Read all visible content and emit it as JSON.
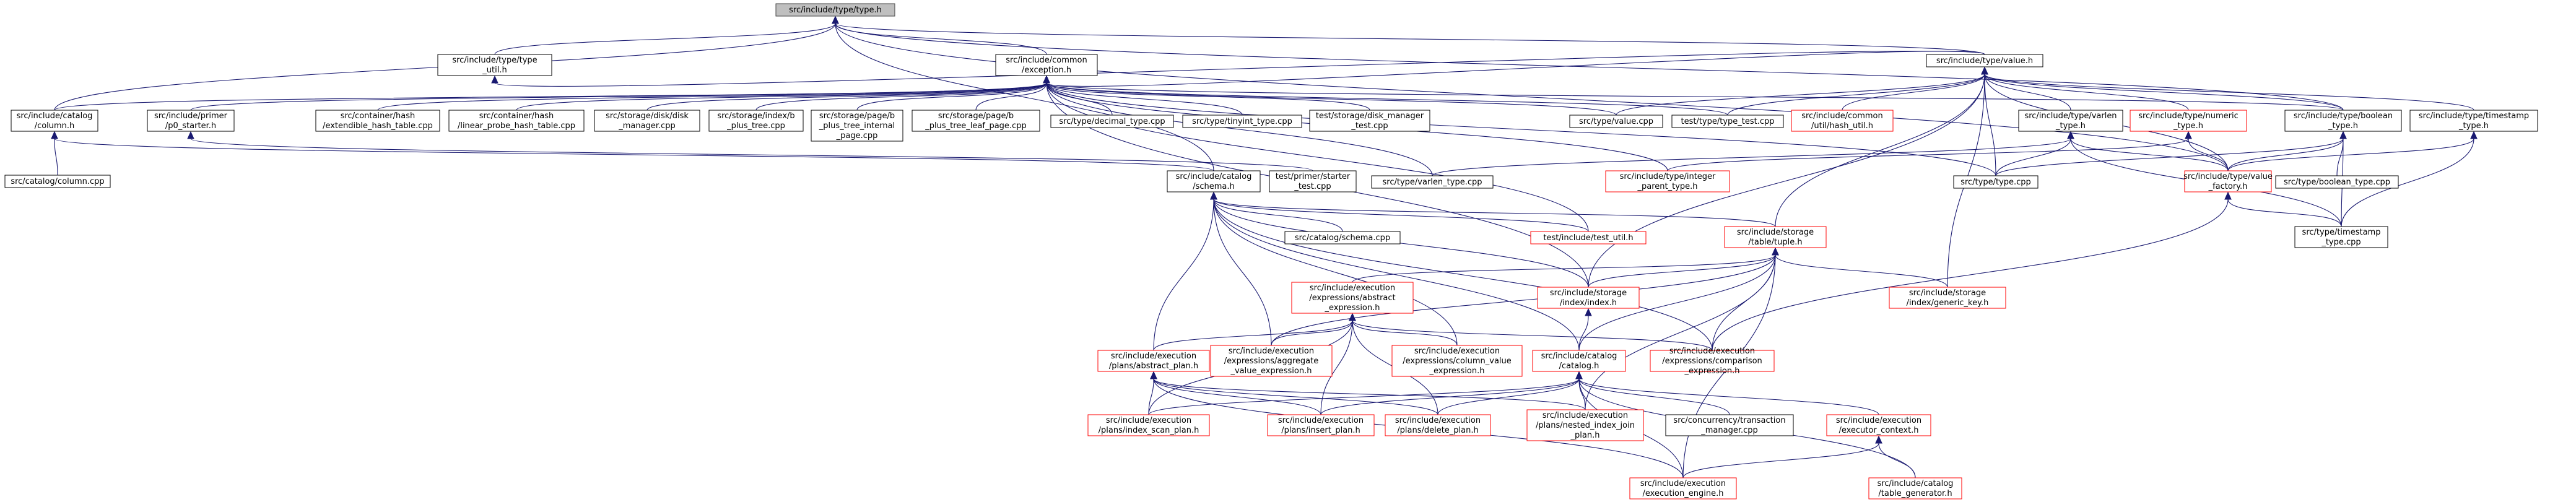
{
  "graph": {
    "nodes": [
      {
        "id": "type_h",
        "lines": [
          "src/include/type/type.h"
        ],
        "kind": "root"
      },
      {
        "id": "col_h",
        "lines": [
          "src/include/catalog",
          "/column.h"
        ],
        "kind": "normal"
      },
      {
        "id": "type_util_h",
        "lines": [
          "src/include/type/type",
          "_util.h"
        ],
        "kind": "normal"
      },
      {
        "id": "exception_h",
        "lines": [
          "src/include/common",
          "/exception.h"
        ],
        "kind": "normal"
      },
      {
        "id": "value_h",
        "lines": [
          "src/include/type/value.h"
        ],
        "kind": "normal"
      },
      {
        "id": "col_cpp",
        "lines": [
          "src/catalog/column.cpp"
        ],
        "kind": "normal"
      },
      {
        "id": "p0_starter",
        "lines": [
          "src/include/primer",
          "/p0_starter.h"
        ],
        "kind": "normal"
      },
      {
        "id": "ext_hash",
        "lines": [
          "src/container/hash",
          "/extendible_hash_table.cpp"
        ],
        "kind": "normal"
      },
      {
        "id": "lin_hash",
        "lines": [
          "src/container/hash",
          "/linear_probe_hash_table.cpp"
        ],
        "kind": "normal"
      },
      {
        "id": "disk_mgr",
        "lines": [
          "src/storage/disk/disk",
          "_manager.cpp"
        ],
        "kind": "normal"
      },
      {
        "id": "bplus",
        "lines": [
          "src/storage/index/b",
          "_plus_tree.cpp"
        ],
        "kind": "normal"
      },
      {
        "id": "bplus_int",
        "lines": [
          "src/storage/page/b",
          "_plus_tree_internal",
          "_page.cpp"
        ],
        "kind": "normal"
      },
      {
        "id": "bplus_leaf",
        "lines": [
          "src/storage/page/b",
          "_plus_tree_leaf_page.cpp"
        ],
        "kind": "normal"
      },
      {
        "id": "decimal",
        "lines": [
          "src/type/decimal_type.cpp"
        ],
        "kind": "normal"
      },
      {
        "id": "tinyint",
        "lines": [
          "src/type/tinyint_type.cpp"
        ],
        "kind": "normal"
      },
      {
        "id": "disk_test",
        "lines": [
          "test/storage/disk_manager",
          "_test.cpp"
        ],
        "kind": "normal"
      },
      {
        "id": "value_cpp",
        "lines": [
          "src/type/value.cpp"
        ],
        "kind": "normal"
      },
      {
        "id": "type_test",
        "lines": [
          "test/type/type_test.cpp"
        ],
        "kind": "normal"
      },
      {
        "id": "hash_util",
        "lines": [
          "src/include/common",
          "/util/hash_util.h"
        ],
        "kind": "red"
      },
      {
        "id": "varlen_h",
        "lines": [
          "src/include/type/varlen",
          "_type.h"
        ],
        "kind": "normal"
      },
      {
        "id": "numeric_h",
        "lines": [
          "src/include/type/numeric",
          "_type.h"
        ],
        "kind": "red"
      },
      {
        "id": "boolean_h",
        "lines": [
          "src/include/type/boolean",
          "_type.h"
        ],
        "kind": "normal"
      },
      {
        "id": "timestamp_h",
        "lines": [
          "src/include/type/timestamp",
          "_type.h"
        ],
        "kind": "normal"
      },
      {
        "id": "schema_h",
        "lines": [
          "src/include/catalog",
          "/schema.h"
        ],
        "kind": "normal"
      },
      {
        "id": "starter_test",
        "lines": [
          "test/primer/starter",
          "_test.cpp"
        ],
        "kind": "normal"
      },
      {
        "id": "varlen_cpp",
        "lines": [
          "src/type/varlen_type.cpp"
        ],
        "kind": "normal"
      },
      {
        "id": "integer_parent",
        "lines": [
          "src/include/type/integer",
          "_parent_type.h"
        ],
        "kind": "red"
      },
      {
        "id": "type_cpp",
        "lines": [
          "src/type/type.cpp"
        ],
        "kind": "normal"
      },
      {
        "id": "value_factory",
        "lines": [
          "src/include/type/value",
          "_factory.h"
        ],
        "kind": "red"
      },
      {
        "id": "boolean_cpp",
        "lines": [
          "src/type/boolean_type.cpp"
        ],
        "kind": "normal"
      },
      {
        "id": "schema_cpp",
        "lines": [
          "src/catalog/schema.cpp"
        ],
        "kind": "normal"
      },
      {
        "id": "test_util",
        "lines": [
          "test/include/test_util.h"
        ],
        "kind": "red"
      },
      {
        "id": "tuple_h",
        "lines": [
          "src/include/storage",
          "/table/tuple.h"
        ],
        "kind": "red"
      },
      {
        "id": "timestamp_cpp",
        "lines": [
          "src/type/timestamp",
          "_type.cpp"
        ],
        "kind": "normal"
      },
      {
        "id": "abstract_expr",
        "lines": [
          "src/include/execution",
          "/expressions/abstract",
          "_expression.h"
        ],
        "kind": "red"
      },
      {
        "id": "index_h",
        "lines": [
          "src/include/storage",
          "/index/index.h"
        ],
        "kind": "red"
      },
      {
        "id": "generic_key",
        "lines": [
          "src/include/storage",
          "/index/generic_key.h"
        ],
        "kind": "red"
      },
      {
        "id": "abstract_plan",
        "lines": [
          "src/include/execution",
          "/plans/abstract_plan.h"
        ],
        "kind": "red"
      },
      {
        "id": "aggregate_expr",
        "lines": [
          "src/include/execution",
          "/expressions/aggregate",
          "_value_expression.h"
        ],
        "kind": "red"
      },
      {
        "id": "colval_expr",
        "lines": [
          "src/include/execution",
          "/expressions/column_value",
          "_expression.h"
        ],
        "kind": "red"
      },
      {
        "id": "catalog_h",
        "lines": [
          "src/include/catalog",
          "/catalog.h"
        ],
        "kind": "red"
      },
      {
        "id": "comparison_expr",
        "lines": [
          "src/include/execution",
          "/expressions/comparison",
          "_expression.h"
        ],
        "kind": "red"
      },
      {
        "id": "index_scan",
        "lines": [
          "src/include/execution",
          "/plans/index_scan_plan.h"
        ],
        "kind": "red"
      },
      {
        "id": "insert_plan",
        "lines": [
          "src/include/execution",
          "/plans/insert_plan.h"
        ],
        "kind": "red"
      },
      {
        "id": "delete_plan",
        "lines": [
          "src/include/execution",
          "/plans/delete_plan.h"
        ],
        "kind": "red"
      },
      {
        "id": "nlj_plan",
        "lines": [
          "src/include/execution",
          "/plans/nested_index_join",
          "_plan.h"
        ],
        "kind": "red"
      },
      {
        "id": "txn_mgr",
        "lines": [
          "src/concurrency/transaction",
          "_manager.cpp"
        ],
        "kind": "normal"
      },
      {
        "id": "exec_ctx",
        "lines": [
          "src/include/execution",
          "/executor_context.h"
        ],
        "kind": "red"
      },
      {
        "id": "exec_engine",
        "lines": [
          "src/include/execution",
          "/execution_engine.h"
        ],
        "kind": "red"
      },
      {
        "id": "table_gen",
        "lines": [
          "src/include/catalog",
          "/table_generator.h"
        ],
        "kind": "red"
      }
    ]
  }
}
